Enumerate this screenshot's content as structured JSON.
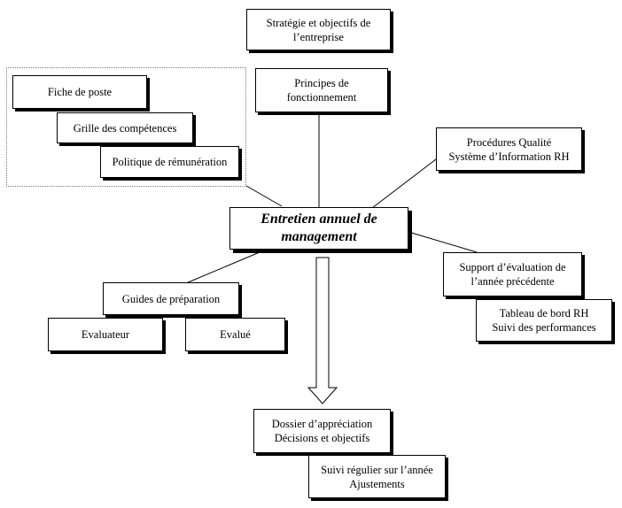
{
  "nodes": {
    "strategie": [
      "Stratégie et objectifs de",
      "l’entreprise"
    ],
    "principes": [
      "Principes de",
      "fonctionnement"
    ],
    "fiche": [
      "Fiche de poste"
    ],
    "grille": [
      "Grille des compétences"
    ],
    "politique": [
      "Politique de rémunération"
    ],
    "procedures": [
      "Procédures Qualité",
      "Système d’Information RH"
    ],
    "entretien": [
      "Entretien annuel de",
      "management"
    ],
    "support": [
      "Support d’évaluation de",
      "l’année précédente"
    ],
    "tableau": [
      "Tableau de bord RH",
      "Suivi des performances"
    ],
    "guides": [
      "Guides de préparation"
    ],
    "evaluateur": [
      "Evaluateur"
    ],
    "evalue": [
      "Evalué"
    ],
    "dossier": [
      "Dossier d’appréciation",
      "Décisions et objectifs"
    ],
    "suivi": [
      "Suivi régulier sur l’année",
      "Ajustements"
    ]
  },
  "icons": {
    "arrow": "down-arrow-icon"
  }
}
